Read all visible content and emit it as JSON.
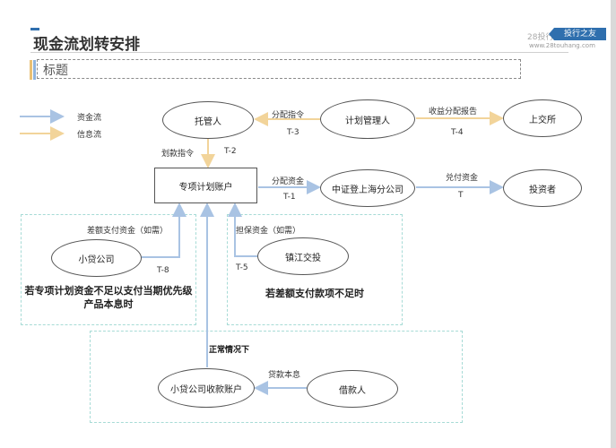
{
  "header": {
    "title": "现金流划转安排",
    "subtitle": "标题",
    "brand_left": "28投行",
    "brand_badge": "投行之友",
    "brand_url": "www.28touhang.com"
  },
  "legend": {
    "items": [
      {
        "label": "资金流",
        "color": "#a9c3e3"
      },
      {
        "label": "信息流",
        "color": "#f2d49a"
      }
    ]
  },
  "nodes": {
    "custodian": "托管人",
    "plan_manager": "计划管理人",
    "exchange": "上交所",
    "special_account": "专项计划账户",
    "csdc": "中证登上海分公司",
    "investor": "投资者",
    "loan_company": "小贷公司",
    "zhenjiang": "镇江交投",
    "collection_account": "小贷公司收款账户",
    "borrower": "借款人"
  },
  "edges": {
    "distribution_instruction": "分配指令",
    "t_minus_3": "T-3",
    "income_report": "收益分配报告",
    "t_minus_4": "T-4",
    "transfer_instruction": "划款指令",
    "t_minus_2": "T-2",
    "distribution_funds": "分配资金",
    "t_minus_1": "T-1",
    "payout_funds": "兑付资金",
    "t": "T",
    "differential_payment": "差额支付资金（如需）",
    "t_minus_8": "T-8",
    "guarantee_funds": "担保资金（如需）",
    "t_minus_5": "T-5",
    "normal_case": "正常情况下",
    "loan_principal": "贷款本息"
  },
  "notes": {
    "left": "若专项计划资金不足以支付当期优先级产品本息时",
    "right": "若差额支付款项不足时"
  },
  "colors": {
    "fund_flow": "#a9c3e3",
    "info_flow": "#f2d49a",
    "dashed_frame": "#a7dbd6",
    "accent": "#2f6fae"
  }
}
